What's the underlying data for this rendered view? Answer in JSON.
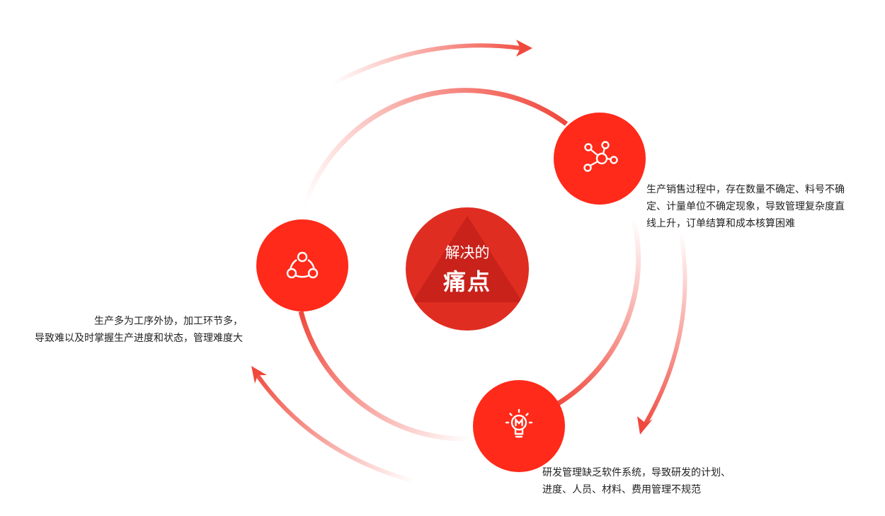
{
  "center": {
    "line1": "解决的",
    "line2": "痛点"
  },
  "colors": {
    "node_fill": "#ff2a1a",
    "center_fill": "#e02d22",
    "accent": "#f0483c"
  },
  "nodes": [
    {
      "icon": "network-nodes-icon",
      "lines": [
        "生产销售过程中，存在数量不确定、料号不确",
        "定、计量单位不确定现象，导致管理复杂度直",
        "线上升，订单结算和成本核算困难"
      ]
    },
    {
      "icon": "lightbulb-m-icon",
      "lines": [
        "研发管理缺乏软件系统，导致研发的计划、",
        "进度、人员、材料、费用管理不规范"
      ]
    },
    {
      "icon": "cycle-share-icon",
      "lines": [
        "生产多为工序外协，加工环节多，",
        "导致难以及时掌握生产进度和状态，管理难度大"
      ]
    }
  ]
}
